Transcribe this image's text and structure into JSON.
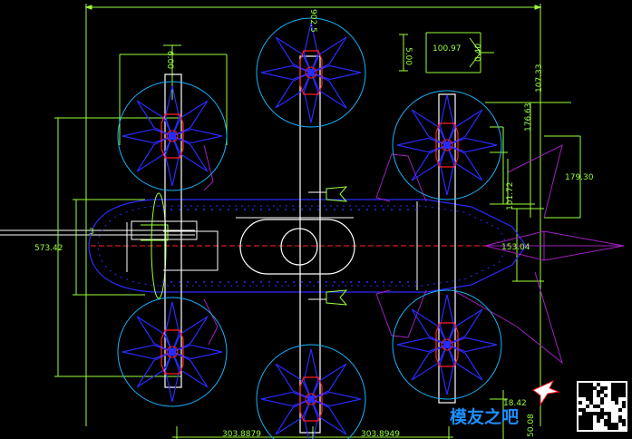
{
  "dimensions": {
    "top_width": "902.5",
    "left_height": "573.42",
    "nose": "153.04",
    "right_a": "107.33",
    "right_b": "176.63",
    "right_c": "179.30",
    "right_d": "101.72",
    "bottom_left": "303.8879",
    "bottom_right": "303.8949",
    "bottom_small_a": "18.42",
    "bottom_small_b": "50.08",
    "detail_width": "100.97",
    "detail_height": "0.40",
    "top_small": "6.00",
    "left_small": "5.00",
    "left_tick": "3"
  },
  "colors": {
    "background": "#000000",
    "dimension": "#9aff3c",
    "rotor": "#18b4ff",
    "blade": "#2a2aff",
    "hub": "#ff2020",
    "fuselage": "#2a2aff",
    "spar": "#ffffff",
    "tail": "#a020c0",
    "centerline": "#ff2020"
  },
  "watermark": {
    "text": "模友之吧",
    "qr": "qr-code"
  }
}
